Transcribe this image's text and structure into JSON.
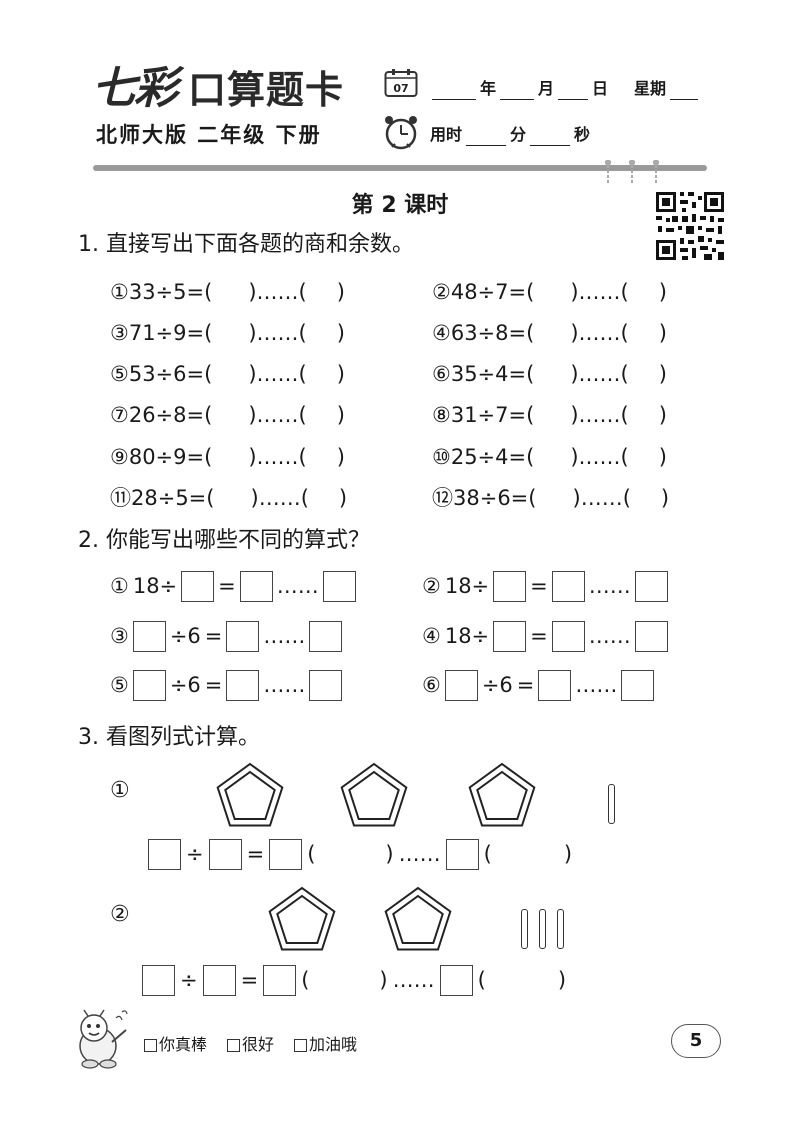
{
  "header": {
    "brand_qi": "七彩",
    "brand_rest": "口算题卡",
    "edition": "北师大版 二年级 下册",
    "calendar_day": "07",
    "date_year": "年",
    "date_month": "月",
    "date_day": "日",
    "date_weekday": "星期",
    "time_label": "用时",
    "time_min": "分",
    "time_sec": "秒"
  },
  "lesson_title": "第 2 课时",
  "section1": {
    "heading": "1. 直接写出下面各题的商和余数。",
    "problems": [
      {
        "no": "①",
        "expr": "33÷5="
      },
      {
        "no": "②",
        "expr": "48÷7="
      },
      {
        "no": "③",
        "expr": "71÷9="
      },
      {
        "no": "④",
        "expr": "63÷8="
      },
      {
        "no": "⑤",
        "expr": "53÷6="
      },
      {
        "no": "⑥",
        "expr": "35÷4="
      },
      {
        "no": "⑦",
        "expr": "26÷8="
      },
      {
        "no": "⑧",
        "expr": "31÷7="
      },
      {
        "no": "⑨",
        "expr": "80÷9="
      },
      {
        "no": "⑩",
        "expr": "25÷4="
      },
      {
        "no": "⑪",
        "expr": "28÷5="
      },
      {
        "no": "⑫",
        "expr": "38÷6="
      }
    ],
    "open_paren": "(",
    "close_paren": ")",
    "ellipsis": "……"
  },
  "section2": {
    "heading": "2. 你能写出哪些不同的算式？",
    "items": [
      {
        "no": "①",
        "lead": "18÷",
        "mid": ""
      },
      {
        "no": "②",
        "lead": "18÷",
        "mid": ""
      },
      {
        "no": "③",
        "lead": "",
        "mid": "÷6"
      },
      {
        "no": "④",
        "lead": "18÷",
        "mid": ""
      },
      {
        "no": "⑤",
        "lead": "",
        "mid": "÷6"
      },
      {
        "no": "⑥",
        "lead": "",
        "mid": "÷6"
      }
    ],
    "equals": "=",
    "ellipsis": "……"
  },
  "section3": {
    "heading": "3. 看图列式计算。",
    "fig1_label": "①",
    "fig2_label": "②",
    "div": "÷",
    "equals": "=",
    "open_paren": "(",
    "close_paren": ")",
    "ellipsis": "……"
  },
  "footer": {
    "rating": [
      "你真棒",
      "很好",
      "加油哦"
    ],
    "page_number": "5"
  }
}
